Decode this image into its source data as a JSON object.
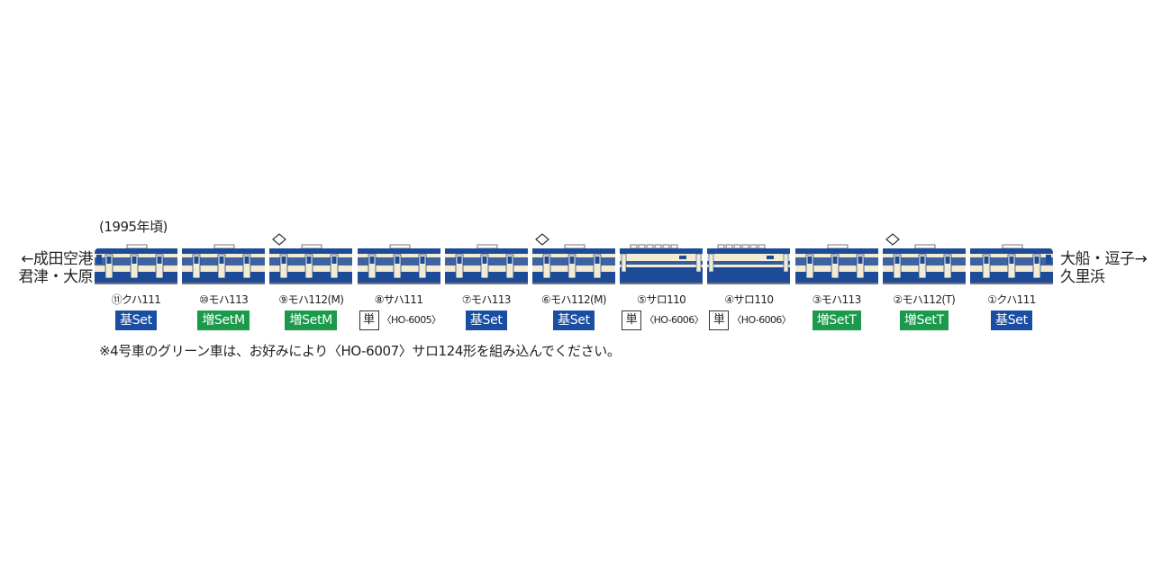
{
  "era": "(1995年頃)",
  "destination_left": {
    "line1": "←成田空港",
    "line2": "君津・大原"
  },
  "destination_right": {
    "line1": "大船・逗子→",
    "line2": "久里浜"
  },
  "colors": {
    "blue": "#1e4b98",
    "cream": "#f3ecd2",
    "basic_badge": "#1a4ea3",
    "add_badge": "#1a9a4a"
  },
  "cars": [
    {
      "label": "⑪クハ111",
      "badge": "基Set",
      "badge_type": "basic",
      "body": "cab-left",
      "pantograph": false
    },
    {
      "label": "⑩モハ113",
      "badge": "増SetM",
      "badge_type": "add",
      "body": "standard",
      "pantograph": false
    },
    {
      "label": "⑨モハ112(M)",
      "badge": "増SetM",
      "badge_type": "add",
      "body": "standard",
      "pantograph": true
    },
    {
      "label": "⑧サハ111",
      "badge": "単",
      "badge_type": "single",
      "code": "〈HO-6005〉",
      "body": "standard",
      "pantograph": false
    },
    {
      "label": "⑦モハ113",
      "badge": "基Set",
      "badge_type": "basic",
      "body": "standard",
      "pantograph": false
    },
    {
      "label": "⑥モハ112(M)",
      "badge": "基Set",
      "badge_type": "basic",
      "body": "standard",
      "pantograph": true
    },
    {
      "label": "⑤サロ110",
      "badge": "単",
      "badge_type": "single",
      "code": "〈HO-6006〉",
      "body": "green",
      "pantograph": false
    },
    {
      "label": "④サロ110",
      "badge": "単",
      "badge_type": "single",
      "code": "〈HO-6006〉",
      "body": "green",
      "pantograph": false
    },
    {
      "label": "③モハ113",
      "badge": "増SetT",
      "badge_type": "add",
      "body": "standard",
      "pantograph": false
    },
    {
      "label": "②モハ112(T)",
      "badge": "増SetT",
      "badge_type": "add",
      "body": "standard",
      "pantograph": true
    },
    {
      "label": "①クハ111",
      "badge": "基Set",
      "badge_type": "basic",
      "body": "cab-right",
      "pantograph": false
    }
  ],
  "note": "※4号車のグリーン車は、お好みにより〈HO-6007〉サロ124形を組み込んでください。"
}
